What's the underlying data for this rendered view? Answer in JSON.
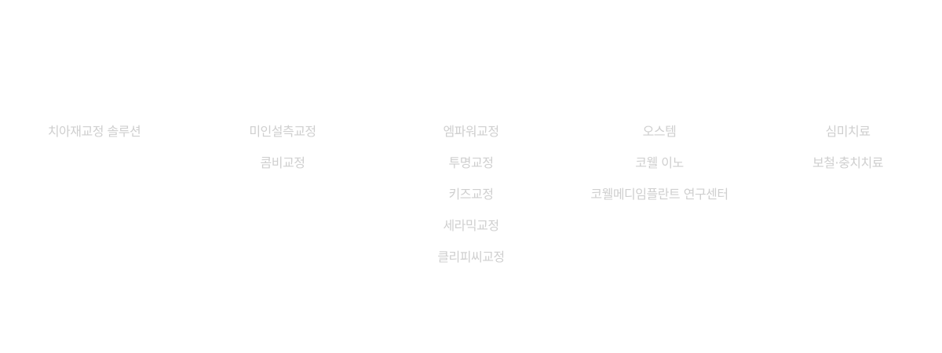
{
  "menu": {
    "columns": [
      {
        "items": [
          "치아재교정 솔루션"
        ]
      },
      {
        "items": [
          "미인설측교정",
          "콤비교정"
        ]
      },
      {
        "items": [
          "엠파워교정",
          "투명교정",
          "키즈교정",
          "세라믹교정",
          "클리피씨교정"
        ]
      },
      {
        "items": [
          "오스템",
          "코웰 이노",
          "코웰메디임플란트 연구센터"
        ]
      },
      {
        "items": [
          "심미치료",
          "보철·충치치료"
        ]
      }
    ]
  }
}
